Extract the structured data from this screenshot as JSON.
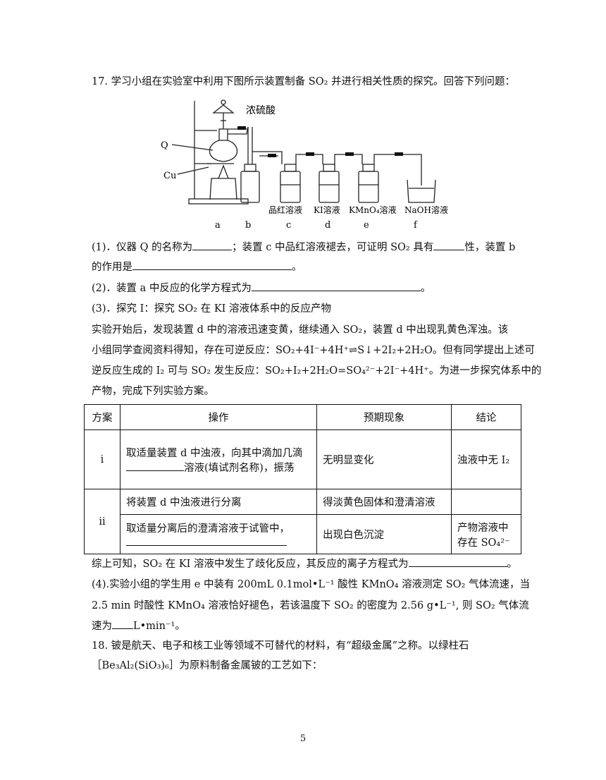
{
  "q17": {
    "intro": "17. 学习小组在实验室中利用下图所示装置制备 SO₂ 并进行相关性质的探究。回答下列问题：",
    "diagram": {
      "acid": "浓硫酸",
      "q": "Q",
      "cu": "Cu",
      "reagents": [
        "品红溶液",
        "KI溶液",
        "KMnO₄溶液",
        "NaOH溶液"
      ],
      "letters": [
        "a",
        "b",
        "c",
        "d",
        "e",
        "f"
      ]
    },
    "p1a": "(1)．仪器 Q 的名称为",
    "p1b": "；装置 c 中品红溶液褪去，可证明 SO₂ 具有",
    "p1c": "性，装置 b",
    "p1d": "的作用是",
    "p1e": "。",
    "p2a": "(2)．装置 a 中反应的化学方程式为",
    "p2b": "。",
    "p3": "(3)．探究 I：探究 SO₂ 在 KI 溶液体系中的反应产物",
    "body1": "实验开始后，发现装置 d 中的溶液迅速变黄，继续通入 SO₂，装置 d 中出现乳黄色浑浊。该",
    "body2": "小组同学查阅资料得知，存在可逆反应：SO₂+4I⁻+4H⁺⇌S↓+2I₂+2H₂O。但有同学提出上述可",
    "body3": "逆反应生成的 I₂ 可与 SO₂ 发生反应：SO₂+I₂+2H₂O=SO₄²⁻+2I⁻+4H⁺。为进一步探究体系中的",
    "body4": "产物，完成下列实验方案。",
    "table": {
      "headers": [
        "方案",
        "操作",
        "预期现象",
        "结论"
      ],
      "i_label": "i",
      "i_op1": "取适量装置 d 中浊液，向其中滴加几滴",
      "i_op2": "溶液(填试剂名称)，振荡",
      "i_phen": "无明显变化",
      "i_conc": "浊液中无 I₂",
      "ii_label": "ii",
      "ii_op1": "将装置 d 中浊液进行分离",
      "ii_phen1": "得淡黄色固体和澄清溶液",
      "ii_op2": "取适量分离后的澄清溶液于试管中，",
      "ii_phen2": "出现白色沉淀",
      "ii_conc2a": "产物溶液中",
      "ii_conc2b": "存在 SO₄²⁻"
    },
    "summary_a": "综上可知，SO₂ 在 KI 溶液中发生了歧化反应，其反应的离子方程式为",
    "summary_b": "。",
    "p4a": "(4).实验小组的学生用 e 中装有 200mL 0.1mol•L⁻¹ 酸性 KMnO₄ 溶液测定 SO₂ 气体流速，当",
    "p4b": "2.5 min 时酸性 KMnO₄ 溶液恰好褪色，若该温度下 SO₂ 的密度为 2.56 g•L⁻¹, 则 SO₂ 气体流",
    "p4c": "速为",
    "p4d": "L•min⁻¹。"
  },
  "q18": {
    "line1": "18. 铍是航天、电子和核工业等领域不可替代的材料，有“超级金属”之称。以绿柱石",
    "line2": "［Be₃Al₂(SiO₃)₆］为原料制备金属铍的工艺如下："
  },
  "page_number": "5"
}
